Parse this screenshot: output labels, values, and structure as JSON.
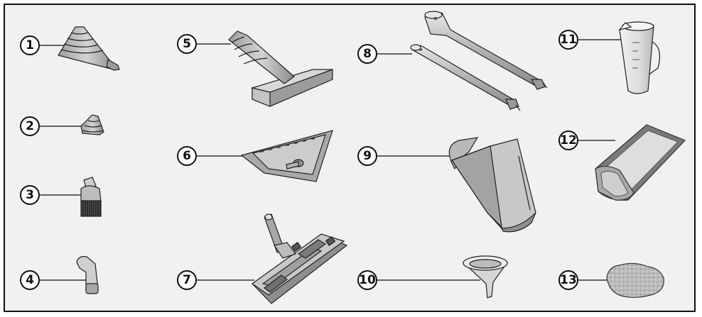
{
  "labels": [
    "1",
    "2",
    "3",
    "4",
    "5",
    "6",
    "7",
    "8",
    "9",
    "10",
    "11",
    "12",
    "13"
  ],
  "icons": [
    "cone-nozzle-icon",
    "small-cone-nozzle-icon",
    "round-brush-icon",
    "angled-nozzle-icon",
    "window-squeegee-icon",
    "cloth-holder-icon",
    "floor-head-icon",
    "extension-tubes-icon",
    "cover-sock-icon",
    "funnel-icon",
    "measuring-jug-icon",
    "cloth-pad-icon",
    "sponge-icon"
  ],
  "colors": {
    "frame_border": "#111111",
    "frame_fill": "#f1f1f1",
    "part_grey": "#b3b3b3",
    "part_dark": "#6e6e6e",
    "part_light": "#d8d8d8"
  }
}
